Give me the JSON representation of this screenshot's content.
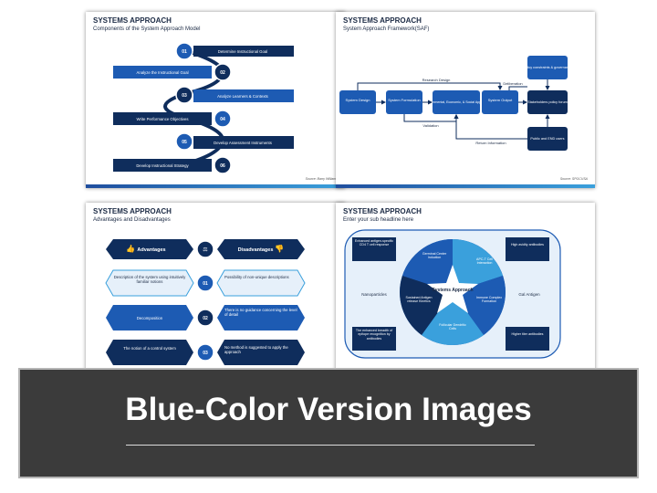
{
  "colors": {
    "dark": "#1b2a44",
    "navy": "#0f2d5c",
    "blue": "#1d5bb3",
    "light": "#3aa0dc",
    "pale": "#e6f0fa"
  },
  "slide1": {
    "title": "SYSTEMS APPROACH",
    "subtitle": "Components of the System Approach Model",
    "source": "Source: Barry Williams",
    "steps": [
      {
        "num": "01",
        "label": "Determine Instructional Goal"
      },
      {
        "num": "02",
        "label": "Analyze the Instructional Goal"
      },
      {
        "num": "03",
        "label": "Analyze Learners & Contexts"
      },
      {
        "num": "04",
        "label": "Write Performance Objectives"
      },
      {
        "num": "05",
        "label": "Develop Assessment Instruments"
      },
      {
        "num": "06",
        "label": "Develop Instructional Strategy"
      }
    ]
  },
  "slide2": {
    "title": "SYSTEMS APPROACH",
    "subtitle": "System Approach Framework(SAF)",
    "source": "Source: SPOCUSA",
    "boxes": {
      "system_design": "System Design",
      "system_formulation": "System Formulation",
      "environmental": "Environmental, Economic, & Social Appraisal",
      "system_output": "System Output",
      "stakeholders": "Stakeholders policy forum",
      "policy": "Policy constraints & governance",
      "public": "Public and END users"
    },
    "labels": {
      "research_design": "Research Design",
      "deliberation": "Deliberation",
      "validation": "Validation",
      "return_information": "Return Information"
    }
  },
  "slide3": {
    "title": "SYSTEMS APPROACH",
    "subtitle": "Advantages and Disadvantages",
    "advantages_label": "Advantages",
    "disadvantages_label": "Disadvantages",
    "rows": [
      {
        "num": "01",
        "advantage": "Description of the system using intuitively familiar notions",
        "disadvantage": "Possibility of non-unique descriptions"
      },
      {
        "num": "02",
        "advantage": "Decomposition",
        "disadvantage": "There is no guidance concerning the level of detail"
      },
      {
        "num": "03",
        "advantage": "The notion of a control system",
        "disadvantage": "No method is suggested to apply the approach"
      }
    ]
  },
  "slide4": {
    "title": "SYSTEMS APPROACH",
    "subtitle": "Enter your sub headline here",
    "center": "Systems Approach",
    "segments": [
      "Germinal Center Induction",
      "APC-T Cell Interaction",
      "Immune Complex Formation",
      "Follicular Dendritic Cells",
      "Sustained Antigen release Kinetics"
    ],
    "corners": [
      "Enhanced antigen-specific CD4 T cell response",
      "High avidity antibodies",
      "The enhanced breadth of epitope recognition by antibodies",
      "Higher titer antibodies"
    ],
    "side_left": "Nanoparticles",
    "side_right": "Gal Antigen"
  },
  "banner": {
    "title": "Blue-Color Version Images"
  }
}
